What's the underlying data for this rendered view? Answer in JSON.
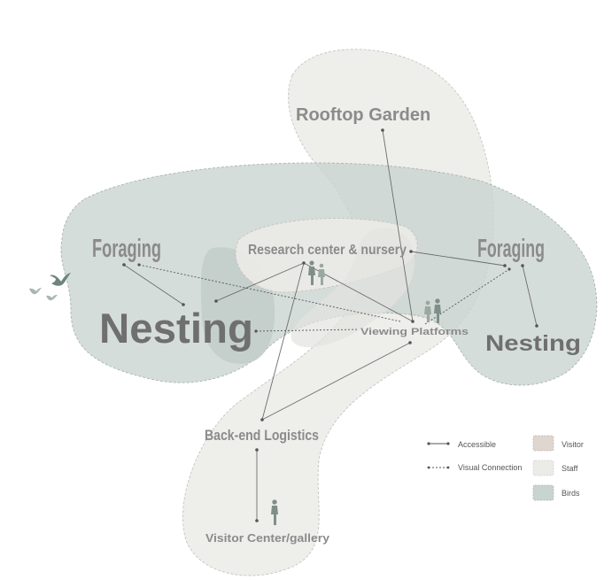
{
  "labels": {
    "rooftop_garden": "Rooftop Garden",
    "foraging_left": "Foraging",
    "foraging_right": "Foraging",
    "nesting_left": "Nesting",
    "nesting_right": "Nesting",
    "research_center": "Research center & nursery",
    "viewing_platforms": "Viewing Platforms",
    "back_end_logistics": "Back-end Logistics",
    "visitor_center": "Visitor Center/gallery"
  },
  "legend": {
    "accessible": "Accessible",
    "visual_connection": "Visual Connection",
    "visitor": "Visitor",
    "staff": "Staff",
    "birds": "Birds"
  },
  "colors": {
    "birds_zone": "#c9d3cf",
    "staff_zone": "#ebebe7",
    "visitor_zone": "#ded6cf",
    "label_gray": "#8b8b8b",
    "label_dark": "#6f6f6f",
    "line": "#6d6d6d",
    "figure": "#7e8f87",
    "bird": "#6f857c"
  },
  "icons": [
    "bird-icon",
    "person-icon"
  ]
}
